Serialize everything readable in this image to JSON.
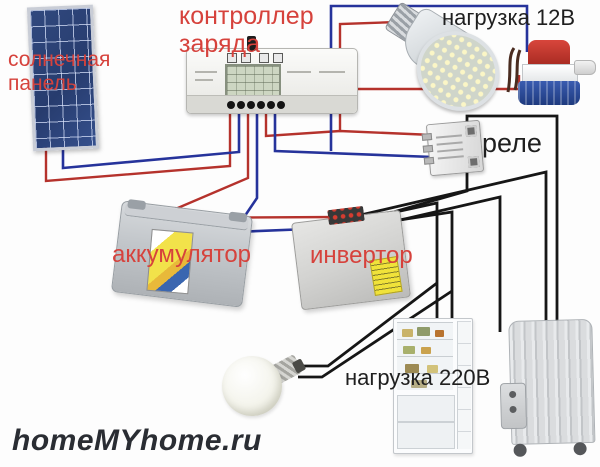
{
  "labels": {
    "solar_panel": "солнечная панель",
    "charge_controller": "контроллер заряда",
    "load_12v": "нагрузка 12В",
    "relay": "реле",
    "battery": "аккумулятор",
    "inverter": "инвертор",
    "load_220v": "нагрузка 220В"
  },
  "watermark": "homeMYhome.ru",
  "colors": {
    "label_red": "#d6423c",
    "label_black": "#1f1f1f",
    "wire_positive_red": "#b5322c",
    "wire_negative_blue": "#26339b",
    "wire_ac_black": "#161616",
    "solar_panel_blue": "#2e4579",
    "pump_red": "#c03028",
    "pump_blue": "#2a4fa0",
    "inverter_sticker_yellow": "#f0e23a"
  },
  "components": {
    "solar_panel": "solar-panel",
    "charge_controller": "charge-controller",
    "led_spot_lamp": "led-spot-lamp",
    "bilge_pump": "bilge-pump",
    "relay": "relay",
    "battery": "battery",
    "inverter": "inverter",
    "led_bulb": "led-bulb",
    "refrigerator": "refrigerator",
    "oil_heater": "oil-heater"
  }
}
